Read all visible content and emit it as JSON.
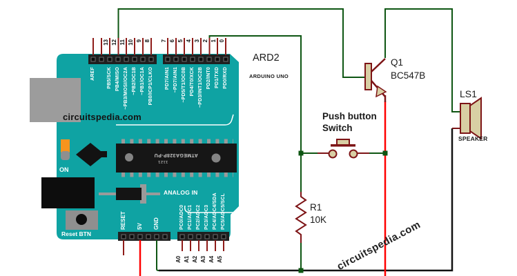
{
  "arduino": {
    "ref": "ARD2",
    "name": "ARDUINO UNO",
    "watermark": "circuitspedia.com",
    "on_led": "ON",
    "reset_button": "Reset BTN",
    "analog_in": "ANALOG IN",
    "chip": {
      "part": "ATMEGA328P-PU",
      "code": "1121"
    },
    "digital": {
      "numbers": [
        "13",
        "12",
        "11",
        "10",
        "9",
        "8",
        "7",
        "6",
        "5",
        "4",
        "3",
        "2",
        "1",
        "0"
      ],
      "labels": [
        "AREF",
        "PB5/SCK",
        "PB4/MISO",
        "~PB3/MOSI/OC2A",
        "~PB2/OC1B",
        "~PB1/OC1A",
        "PB0/ICP1/CLKO",
        "PD7/AIN1",
        "~PD7/AIN1",
        "~PD5/T1/OC0B",
        "PD4/T0/XCK",
        "~PD3/INT1/OC2B",
        "PD2/INT0",
        "PD1/TXD",
        "PD0/RXD"
      ]
    },
    "power": {
      "labels": [
        "RESET",
        "5V",
        "GND"
      ]
    },
    "analog": {
      "labels": [
        "PC0/ADC0",
        "PC1/ADC1",
        "PC2/ADC2",
        "PC3/ADC3",
        "PC4/ADC4/SDA",
        "PC5/ADC5/SCL"
      ],
      "numbers": [
        "A0",
        "A1",
        "A2",
        "A3",
        "A4",
        "A5"
      ]
    }
  },
  "components": {
    "transistor": {
      "ref": "Q1",
      "part": "BC547B"
    },
    "push_switch": {
      "line1": "Push button",
      "line2": "Switch"
    },
    "resistor": {
      "ref": "R1",
      "value": "10K"
    },
    "speaker": {
      "ref": "LS1",
      "type": "SPEAKER"
    }
  },
  "watermark_diagonal": "circuitspedia.com",
  "colors": {
    "board_teal": "#0fa3a3",
    "wire_green": "#0d5512",
    "wire_red": "#ff0000",
    "wire_black": "#111111",
    "lead_maroon": "#8e1b18",
    "component_tan": "#d8cfa4"
  }
}
